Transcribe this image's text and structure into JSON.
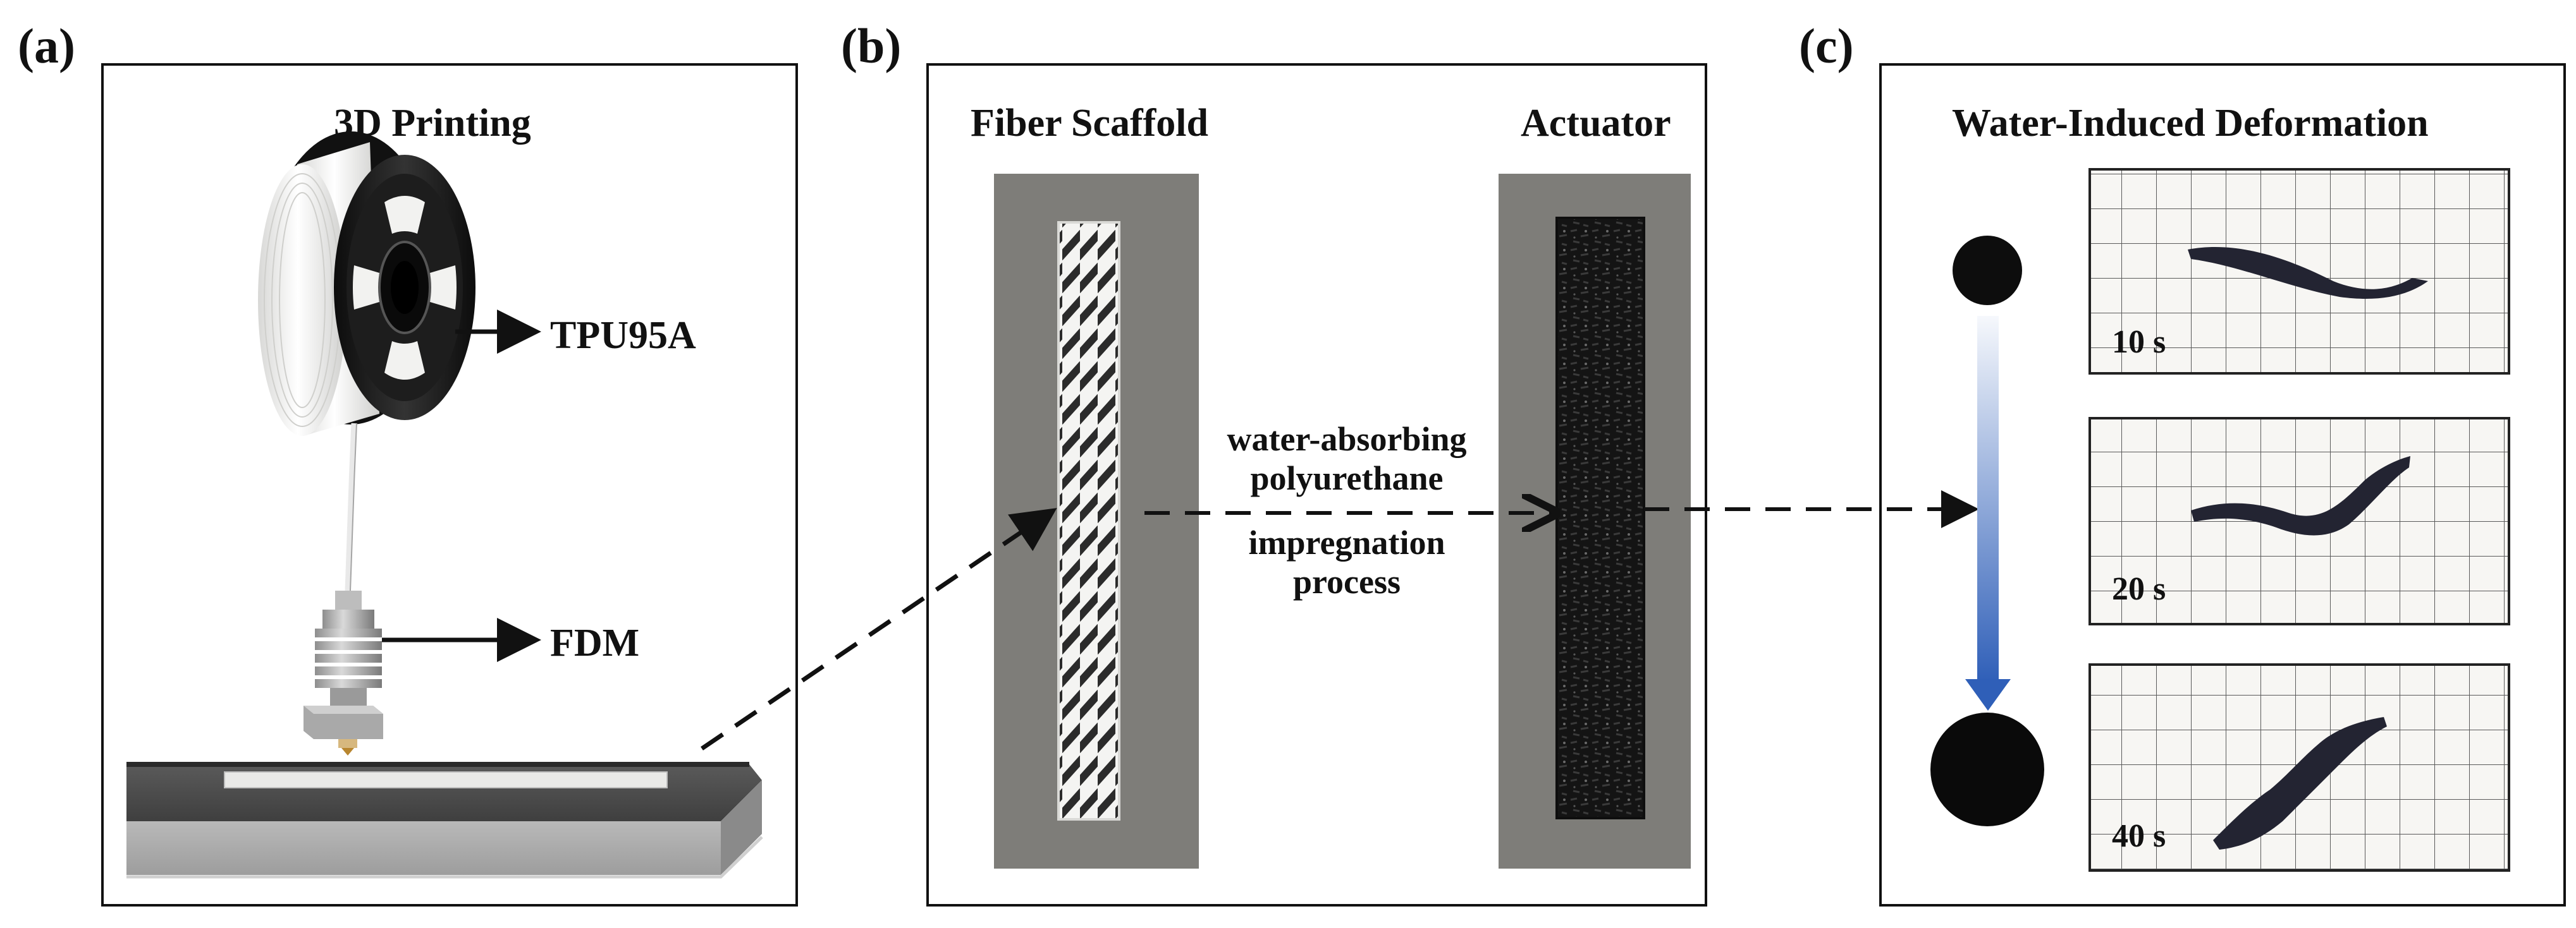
{
  "panels": {
    "a": {
      "letter": "(a)",
      "title": "3D Printing",
      "filament_label": "TPU95A",
      "printer_label": "FDM"
    },
    "b": {
      "letter": "(b)",
      "left_title": "Fiber Scaffold",
      "right_title": "Actuator",
      "process_top_1": "water-absorbing",
      "process_top_2": "polyurethane",
      "process_bottom_1": "impregnation",
      "process_bottom_2": "process"
    },
    "c": {
      "letter": "(c)",
      "title": "Water-Induced Deformation",
      "times": [
        "10 s",
        "20 s",
        "40 s"
      ]
    }
  },
  "colors": {
    "frame": "#111111",
    "substrate_gray": "#7d7c78",
    "actuator_black": "#151515",
    "gradient_top": "#eef2fa",
    "gradient_bottom": "#2f5fb8",
    "spool_black": "#1a1a1a",
    "filament_white": "#f1f1ef"
  }
}
